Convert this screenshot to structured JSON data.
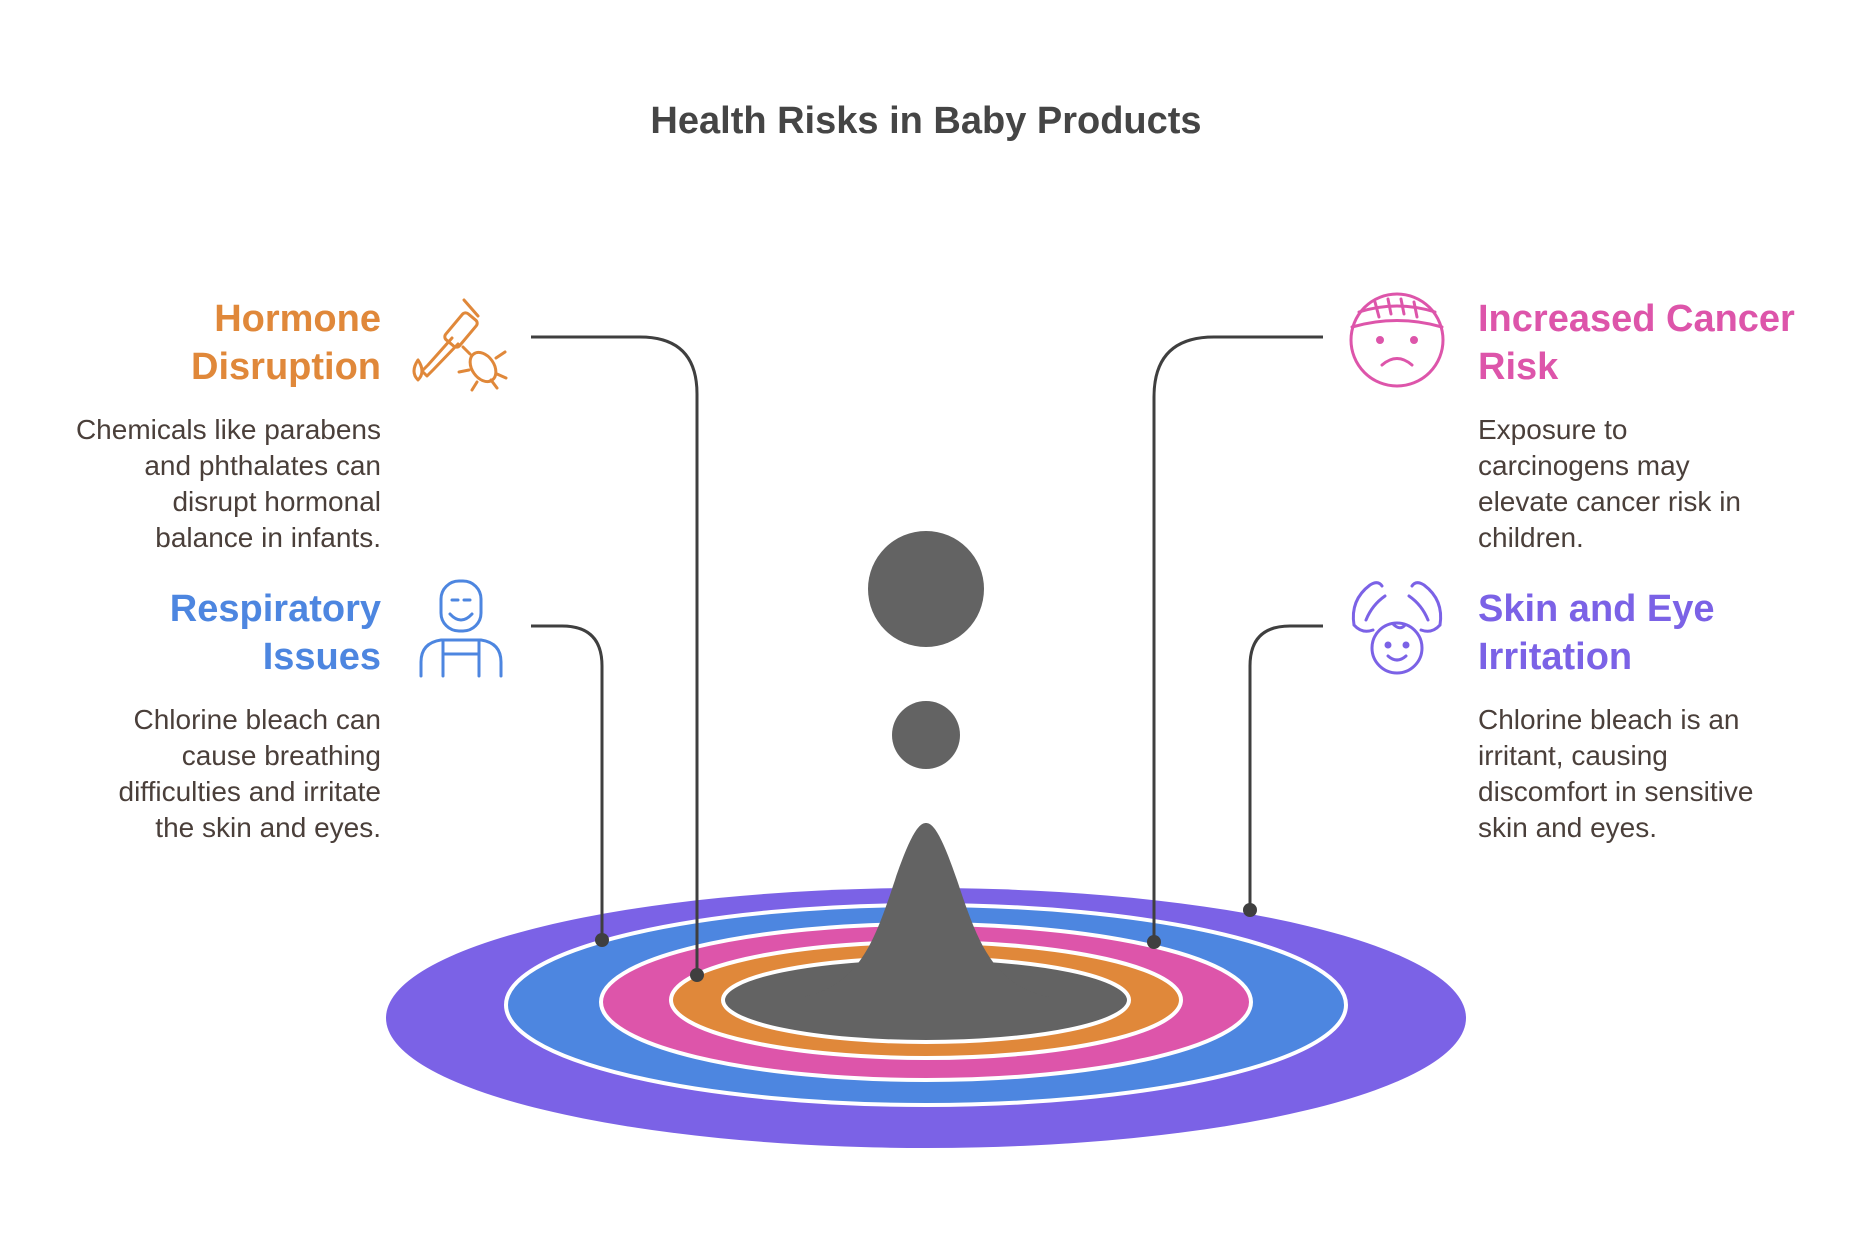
{
  "title": "Health Risks in Baby Products",
  "colors": {
    "orange": "#E0883A",
    "pink": "#DD55AA",
    "blue": "#4D86E0",
    "purple": "#7B62E6",
    "gray": "#636363",
    "line": "#3f3f3f",
    "text": "#4a3f3a"
  },
  "items": [
    {
      "id": "hormone",
      "heading": [
        "Hormone",
        "Disruption"
      ],
      "description": [
        "Chemicals like parabens",
        "and phthalates can",
        "disrupt hormonal",
        "balance in infants."
      ],
      "icon": "dropper-bug-icon",
      "color": "#E0883A"
    },
    {
      "id": "respiratory",
      "heading": [
        "Respiratory",
        "Issues"
      ],
      "description": [
        "Chlorine bleach can",
        "cause breathing",
        "difficulties and irritate",
        "the skin and eyes."
      ],
      "icon": "person-apron-icon",
      "color": "#4D86E0"
    },
    {
      "id": "cancer",
      "heading": [
        "Increased Cancer",
        "Risk"
      ],
      "description": [
        "Exposure to",
        "carcinogens may",
        "elevate cancer risk in",
        "children."
      ],
      "icon": "sad-face-headband-icon",
      "color": "#DD55AA"
    },
    {
      "id": "skin-eye",
      "heading": [
        "Skin and Eye",
        "Irritation"
      ],
      "description": [
        "Chlorine bleach is an",
        "irritant, causing",
        "discomfort in sensitive",
        "skin and eyes."
      ],
      "icon": "baby-face-hands-icon",
      "color": "#7B62E6"
    }
  ]
}
